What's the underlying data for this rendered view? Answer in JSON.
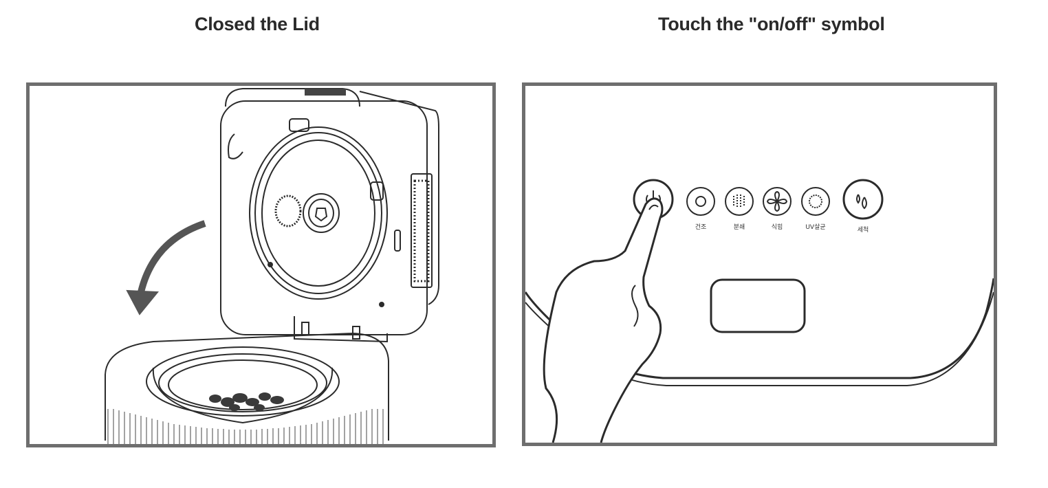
{
  "steps": [
    {
      "title": "Closed the Lid"
    },
    {
      "title": "Touch the \"on/off\" symbol"
    }
  ],
  "control_panel": {
    "buttons": [
      {
        "icon": "power-icon",
        "label": ""
      },
      {
        "icon": "sun-dry-icon",
        "label": "건조"
      },
      {
        "icon": "grind-icon",
        "label": "분쇄"
      },
      {
        "icon": "fan-cool-icon",
        "label": "식힘"
      },
      {
        "icon": "uv-sterilize-icon",
        "label": "UV살균"
      },
      {
        "icon": "water-drop-clean-icon",
        "label": "세척"
      }
    ]
  }
}
